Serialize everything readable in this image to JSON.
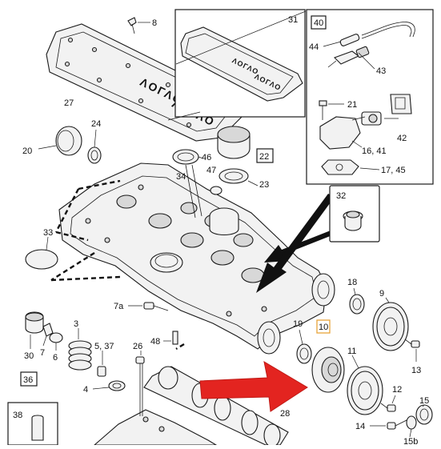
{
  "diagram": {
    "highlight_color": "#e8a33a",
    "arrow_color": "#e32420",
    "cover_logo": "VOLVO",
    "inset_logo": "VOLVO",
    "labels": {
      "l8": "8",
      "l31": "31",
      "l40": "40",
      "l44": "44",
      "l43": "43",
      "l27": "27",
      "l21": "21",
      "l42": "42",
      "l1641": "16, 41",
      "l1745": "17, 45",
      "l24": "24",
      "l20": "20",
      "l46": "46",
      "l22": "22",
      "l34": "34",
      "l47": "47",
      "l23": "23",
      "l32": "32",
      "l33": "33",
      "l18": "18",
      "l9": "9",
      "l7a": "7a",
      "l19": "19",
      "l10": "10",
      "l3": "3",
      "l537": "5, 37",
      "l26": "26",
      "l48": "48",
      "l11": "11",
      "l13": "13",
      "l30": "30",
      "l7": "7",
      "l6": "6",
      "l36": "36",
      "l4": "4",
      "l12": "12",
      "l15": "15",
      "l38": "38",
      "l28": "28",
      "l14": "14",
      "l15b": "15b"
    }
  }
}
